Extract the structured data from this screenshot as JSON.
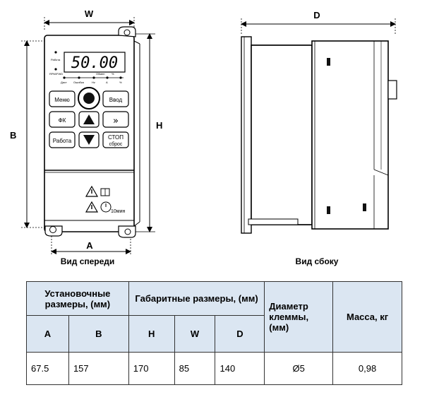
{
  "front_view": {
    "caption": "Вид спереди",
    "dim_w": "W",
    "dim_b": "B",
    "dim_h": "H",
    "dim_a": "A",
    "display_value": "50.00",
    "indicator_top": [
      "Работа",
      "RPM/FWD"
    ],
    "indicator_bottom": [
      "Дист",
      "Ошибка",
      "Hz",
      "A",
      "%"
    ],
    "indicator_right": [
      "Обмен",
      "%"
    ],
    "buttons": {
      "menu": "Меню",
      "enter": "Ввод",
      "fk": "ФК",
      "shift": "»",
      "run": "Работа",
      "stop_line1": "СТОП",
      "stop_line2": "сброс"
    },
    "warning_time": "10мин"
  },
  "side_view": {
    "caption": "Вид сбоку",
    "dim_d": "D"
  },
  "table": {
    "header_group_mount": "Установочные размеры, (мм)",
    "header_group_overall": "Габаритные размеры, (мм)",
    "header_terminal": "Диаметр клеммы, (мм)",
    "header_mass": "Масса, кг",
    "col_a": "A",
    "col_b": "B",
    "col_h": "H",
    "col_w": "W",
    "col_d": "D",
    "row": {
      "a": "67.5",
      "b": "157",
      "h": "170",
      "w": "85",
      "d": "140",
      "terminal": "Ø5",
      "mass": "0,98"
    }
  }
}
